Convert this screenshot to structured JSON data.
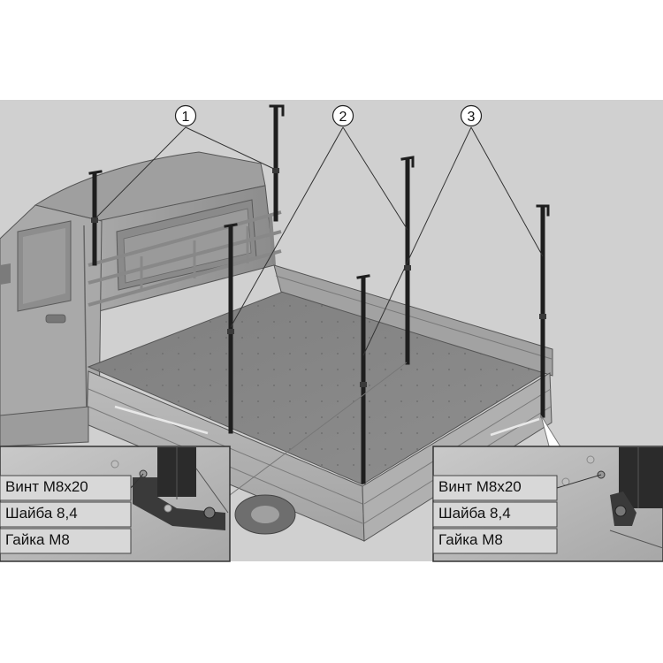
{
  "callouts": [
    {
      "number": "1",
      "label": "1"
    },
    {
      "number": "2",
      "label": "2"
    },
    {
      "number": "3",
      "label": "3"
    }
  ],
  "inset_left": {
    "items": [
      "Винт М8х20",
      "Шайба 8,4",
      "Гайка М8"
    ]
  },
  "inset_right": {
    "items": [
      "Винт М8х20",
      "Шайба 8,4",
      "Гайка М8"
    ]
  },
  "colors": {
    "background": "#ffffff",
    "body_gray": "#9a9a9a",
    "panel_gray": "#b5b5b5",
    "floor_gray": "#8f8f8f",
    "dark_gray": "#5c5c5c",
    "stake_black": "#222222",
    "label_box": "#d8d8d8"
  }
}
